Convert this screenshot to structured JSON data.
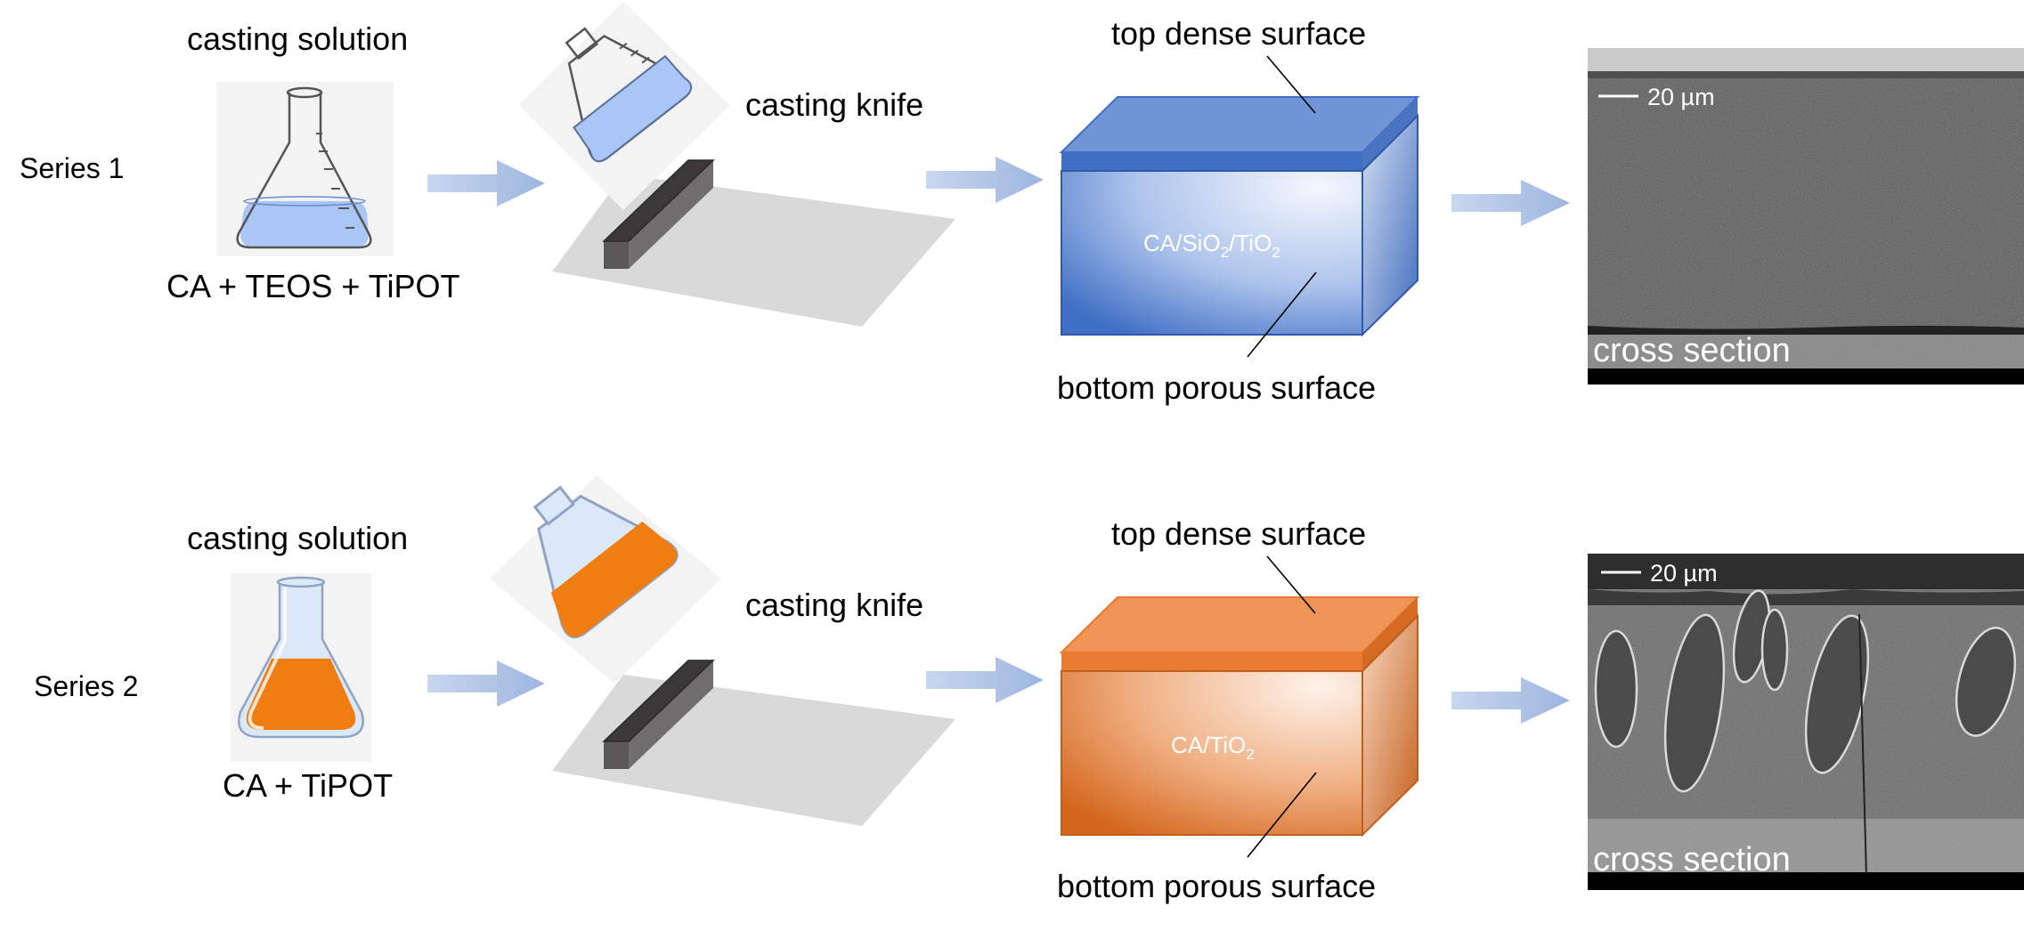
{
  "series": [
    {
      "label": "Series 1",
      "casting_solution_label": "casting solution",
      "composition": "CA + TEOS + TiPOT",
      "casting_knife_label": "casting knife",
      "top_label": "top dense surface",
      "bottom_label": "bottom porous surface",
      "membrane_label": {
        "p1": "CA/SiO",
        "s1": "2",
        "p2": "/TiO",
        "s2": "2"
      },
      "sem_scale": "20 µm",
      "sem_caption": "cross section",
      "colors": {
        "main": "#5b84cc",
        "light": "#eef2fb",
        "top": "#6f95d6",
        "band": "#3f6fc4",
        "side": "#4a74c0",
        "edge": "#2f5aa8",
        "liquid": "#a9c6f7",
        "flask_bg": "#f3f3f3"
      }
    },
    {
      "label": "Series 2",
      "casting_solution_label": "casting solution",
      "composition": "CA + TiPOT",
      "casting_knife_label": "casting knife",
      "top_label": "top dense surface",
      "bottom_label": "bottom porous surface",
      "membrane_label": {
        "p1": "CA/TiO",
        "s1": "2",
        "p2": "",
        "s2": ""
      },
      "sem_scale": "20 µm",
      "sem_caption": "cross section",
      "colors": {
        "main": "#e0752a",
        "light": "#fbe6d6",
        "top": "#ef9456",
        "band": "#ea7a30",
        "side": "#d56b22",
        "edge": "#c05e1c",
        "liquid": "#f07d12",
        "flask_bg": "#f3f3f3"
      }
    }
  ],
  "arrow_color": "#a9bfe2"
}
